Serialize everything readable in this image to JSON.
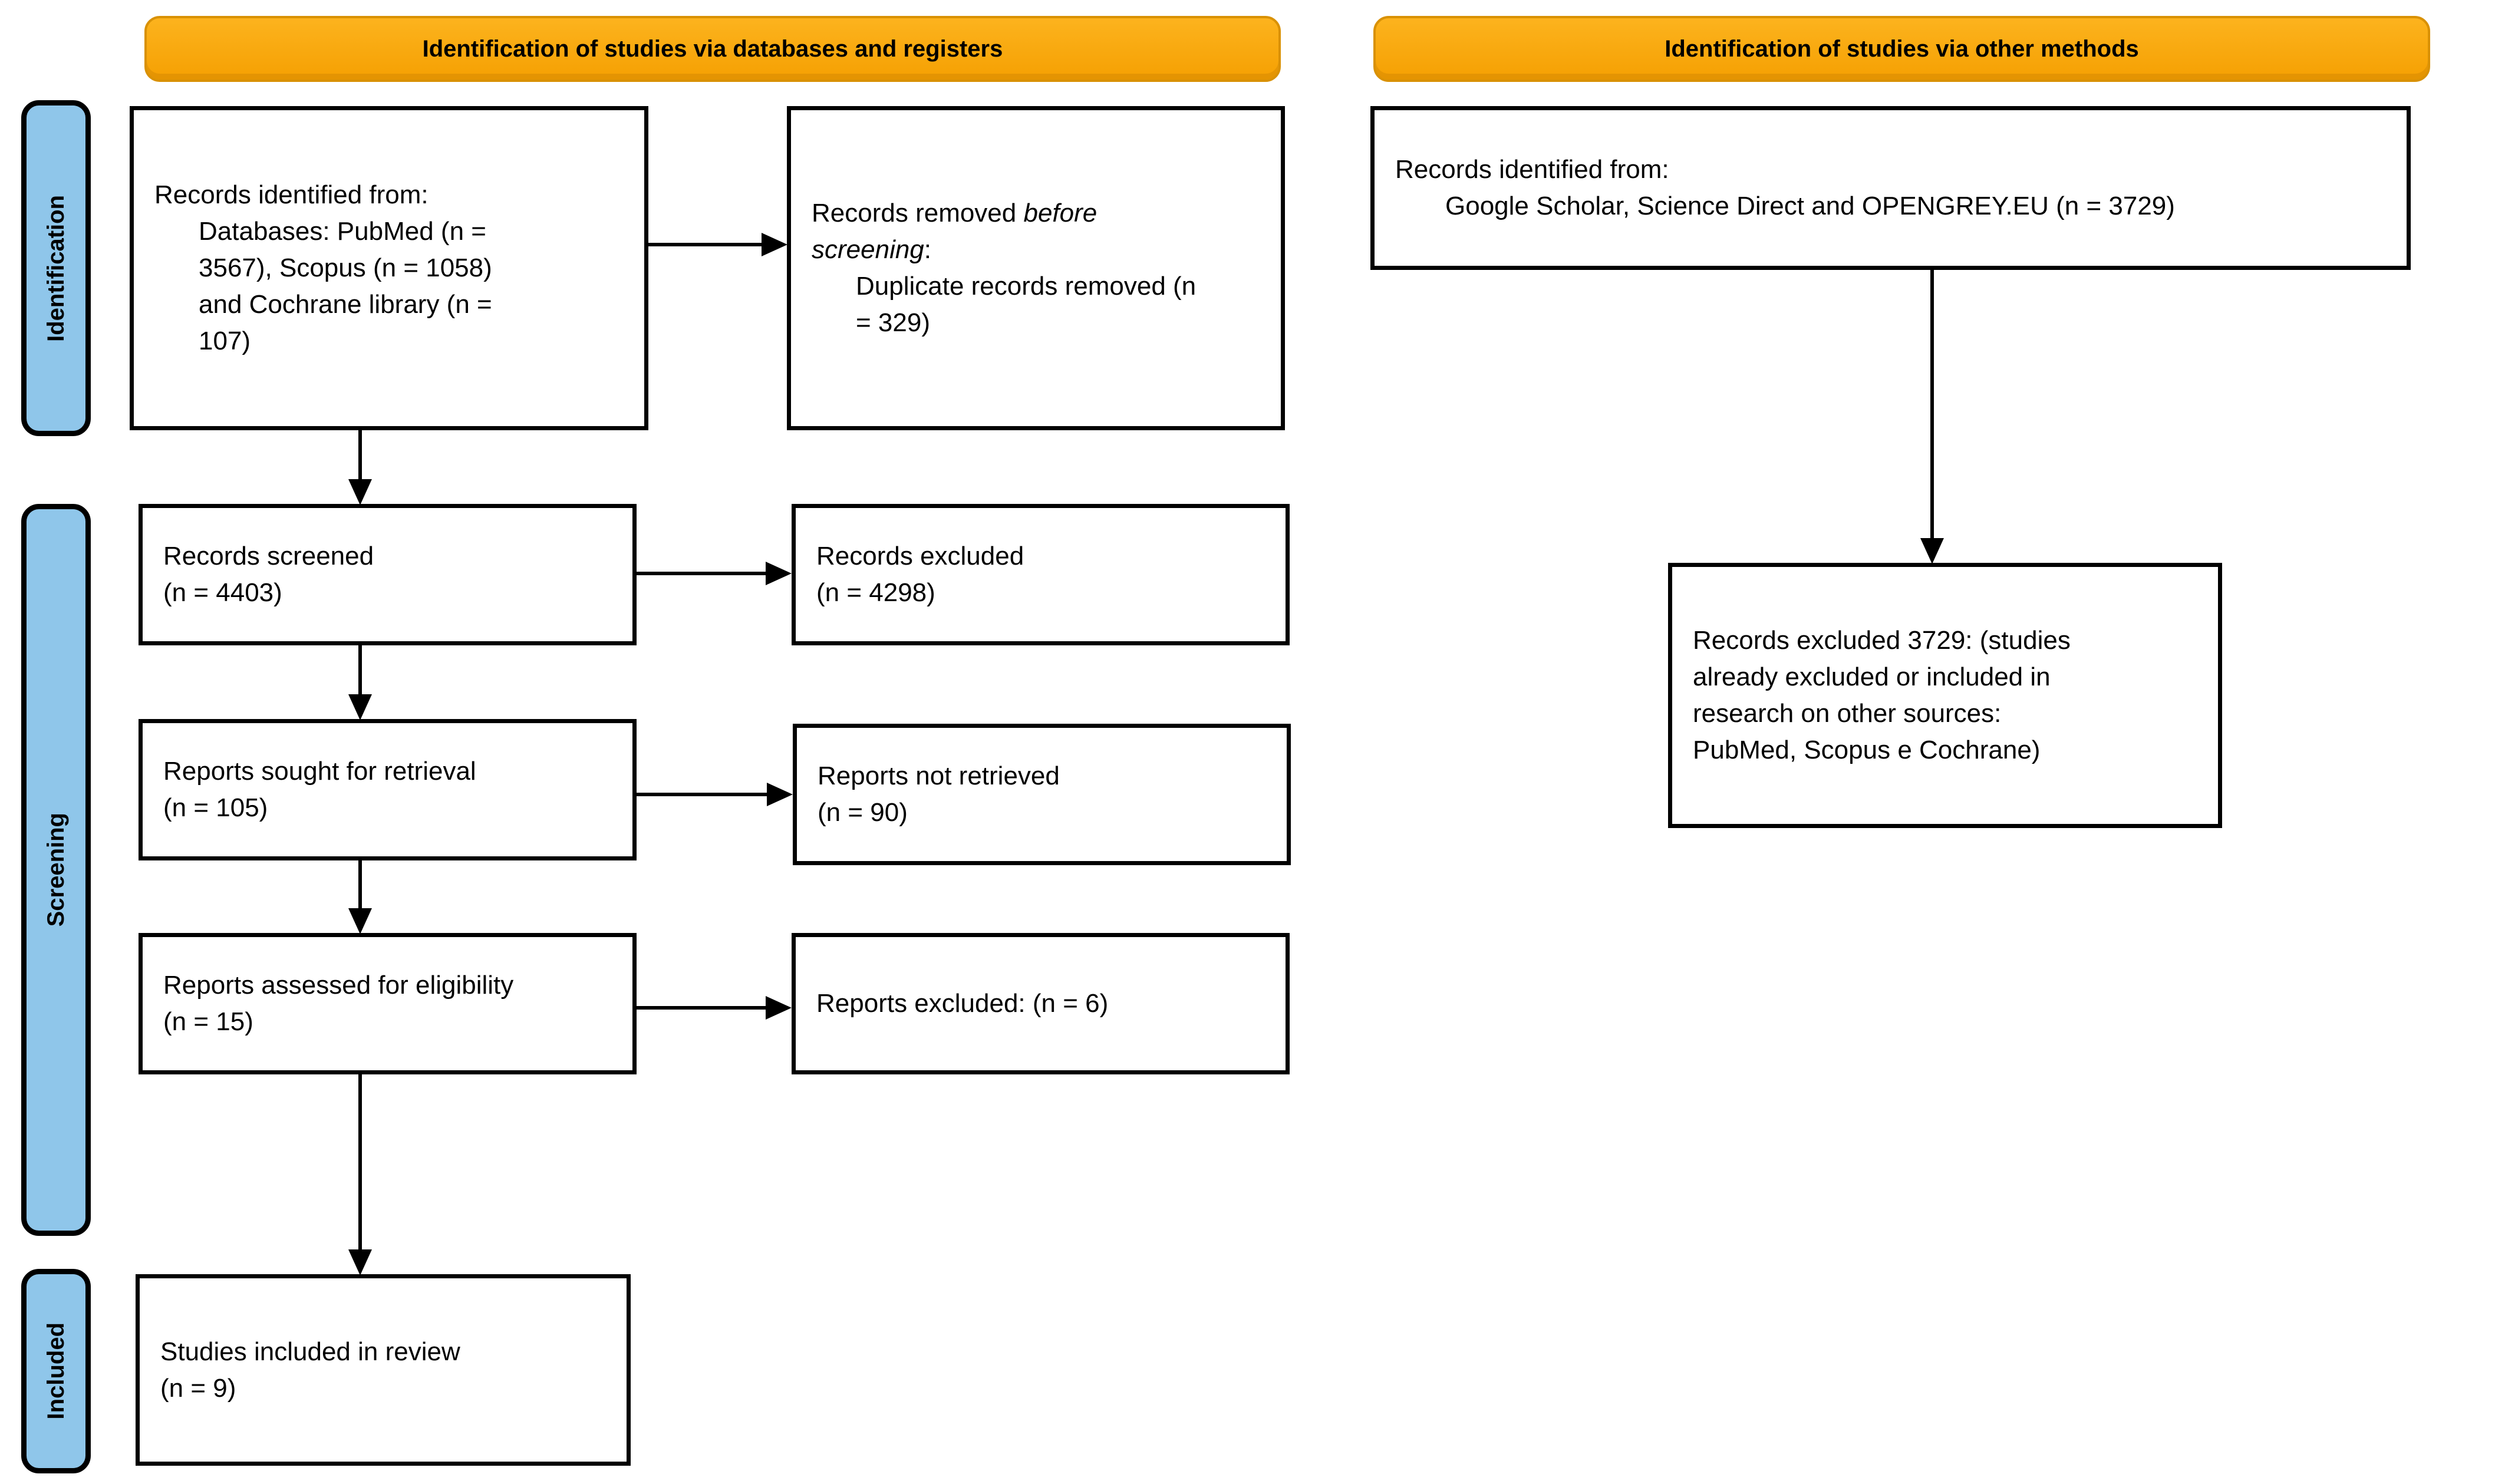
{
  "banners": {
    "databases_registers": "Identification of studies via databases and registers",
    "other_methods": "Identification of studies via other methods"
  },
  "stages": {
    "identification": "Identification",
    "screening": "Screening",
    "included": "Included"
  },
  "colors": {
    "banner_orange": "#f9a70b",
    "stage_blue": "#8fc6ea",
    "line_black": "#000000"
  },
  "boxes": {
    "db_identified": {
      "line1": "Records identified from:",
      "detail": "Databases: PubMed (n =\n3567), Scopus (n = 1058)\nand Cochrane library (n =\n107)"
    },
    "removed_before": {
      "pre": "Records removed ",
      "italic": "before\nscreening",
      "post": ":",
      "detail": "Duplicate records removed (n\n= 329)"
    },
    "screened": "Records screened\n(n = 4403)",
    "records_excluded": "Records excluded\n(n = 4298)",
    "sought": "Reports sought for retrieval\n(n = 105)",
    "not_retrieved": "Reports not retrieved\n(n = 90)",
    "assessed": "Reports assessed for eligibility\n(n = 15)",
    "reports_excluded": "Reports excluded: (n = 6)",
    "included_review": "Studies included in review\n(n = 9)",
    "other_identified": {
      "line1": "Records identified from:",
      "detail": "Google Scholar, Science Direct and OPENGREY.EU (n = 3729)"
    },
    "other_excluded": "Records excluded 3729: (studies\nalready excluded or included in\nresearch on other sources:\nPubMed, Scopus e Cochrane)"
  }
}
